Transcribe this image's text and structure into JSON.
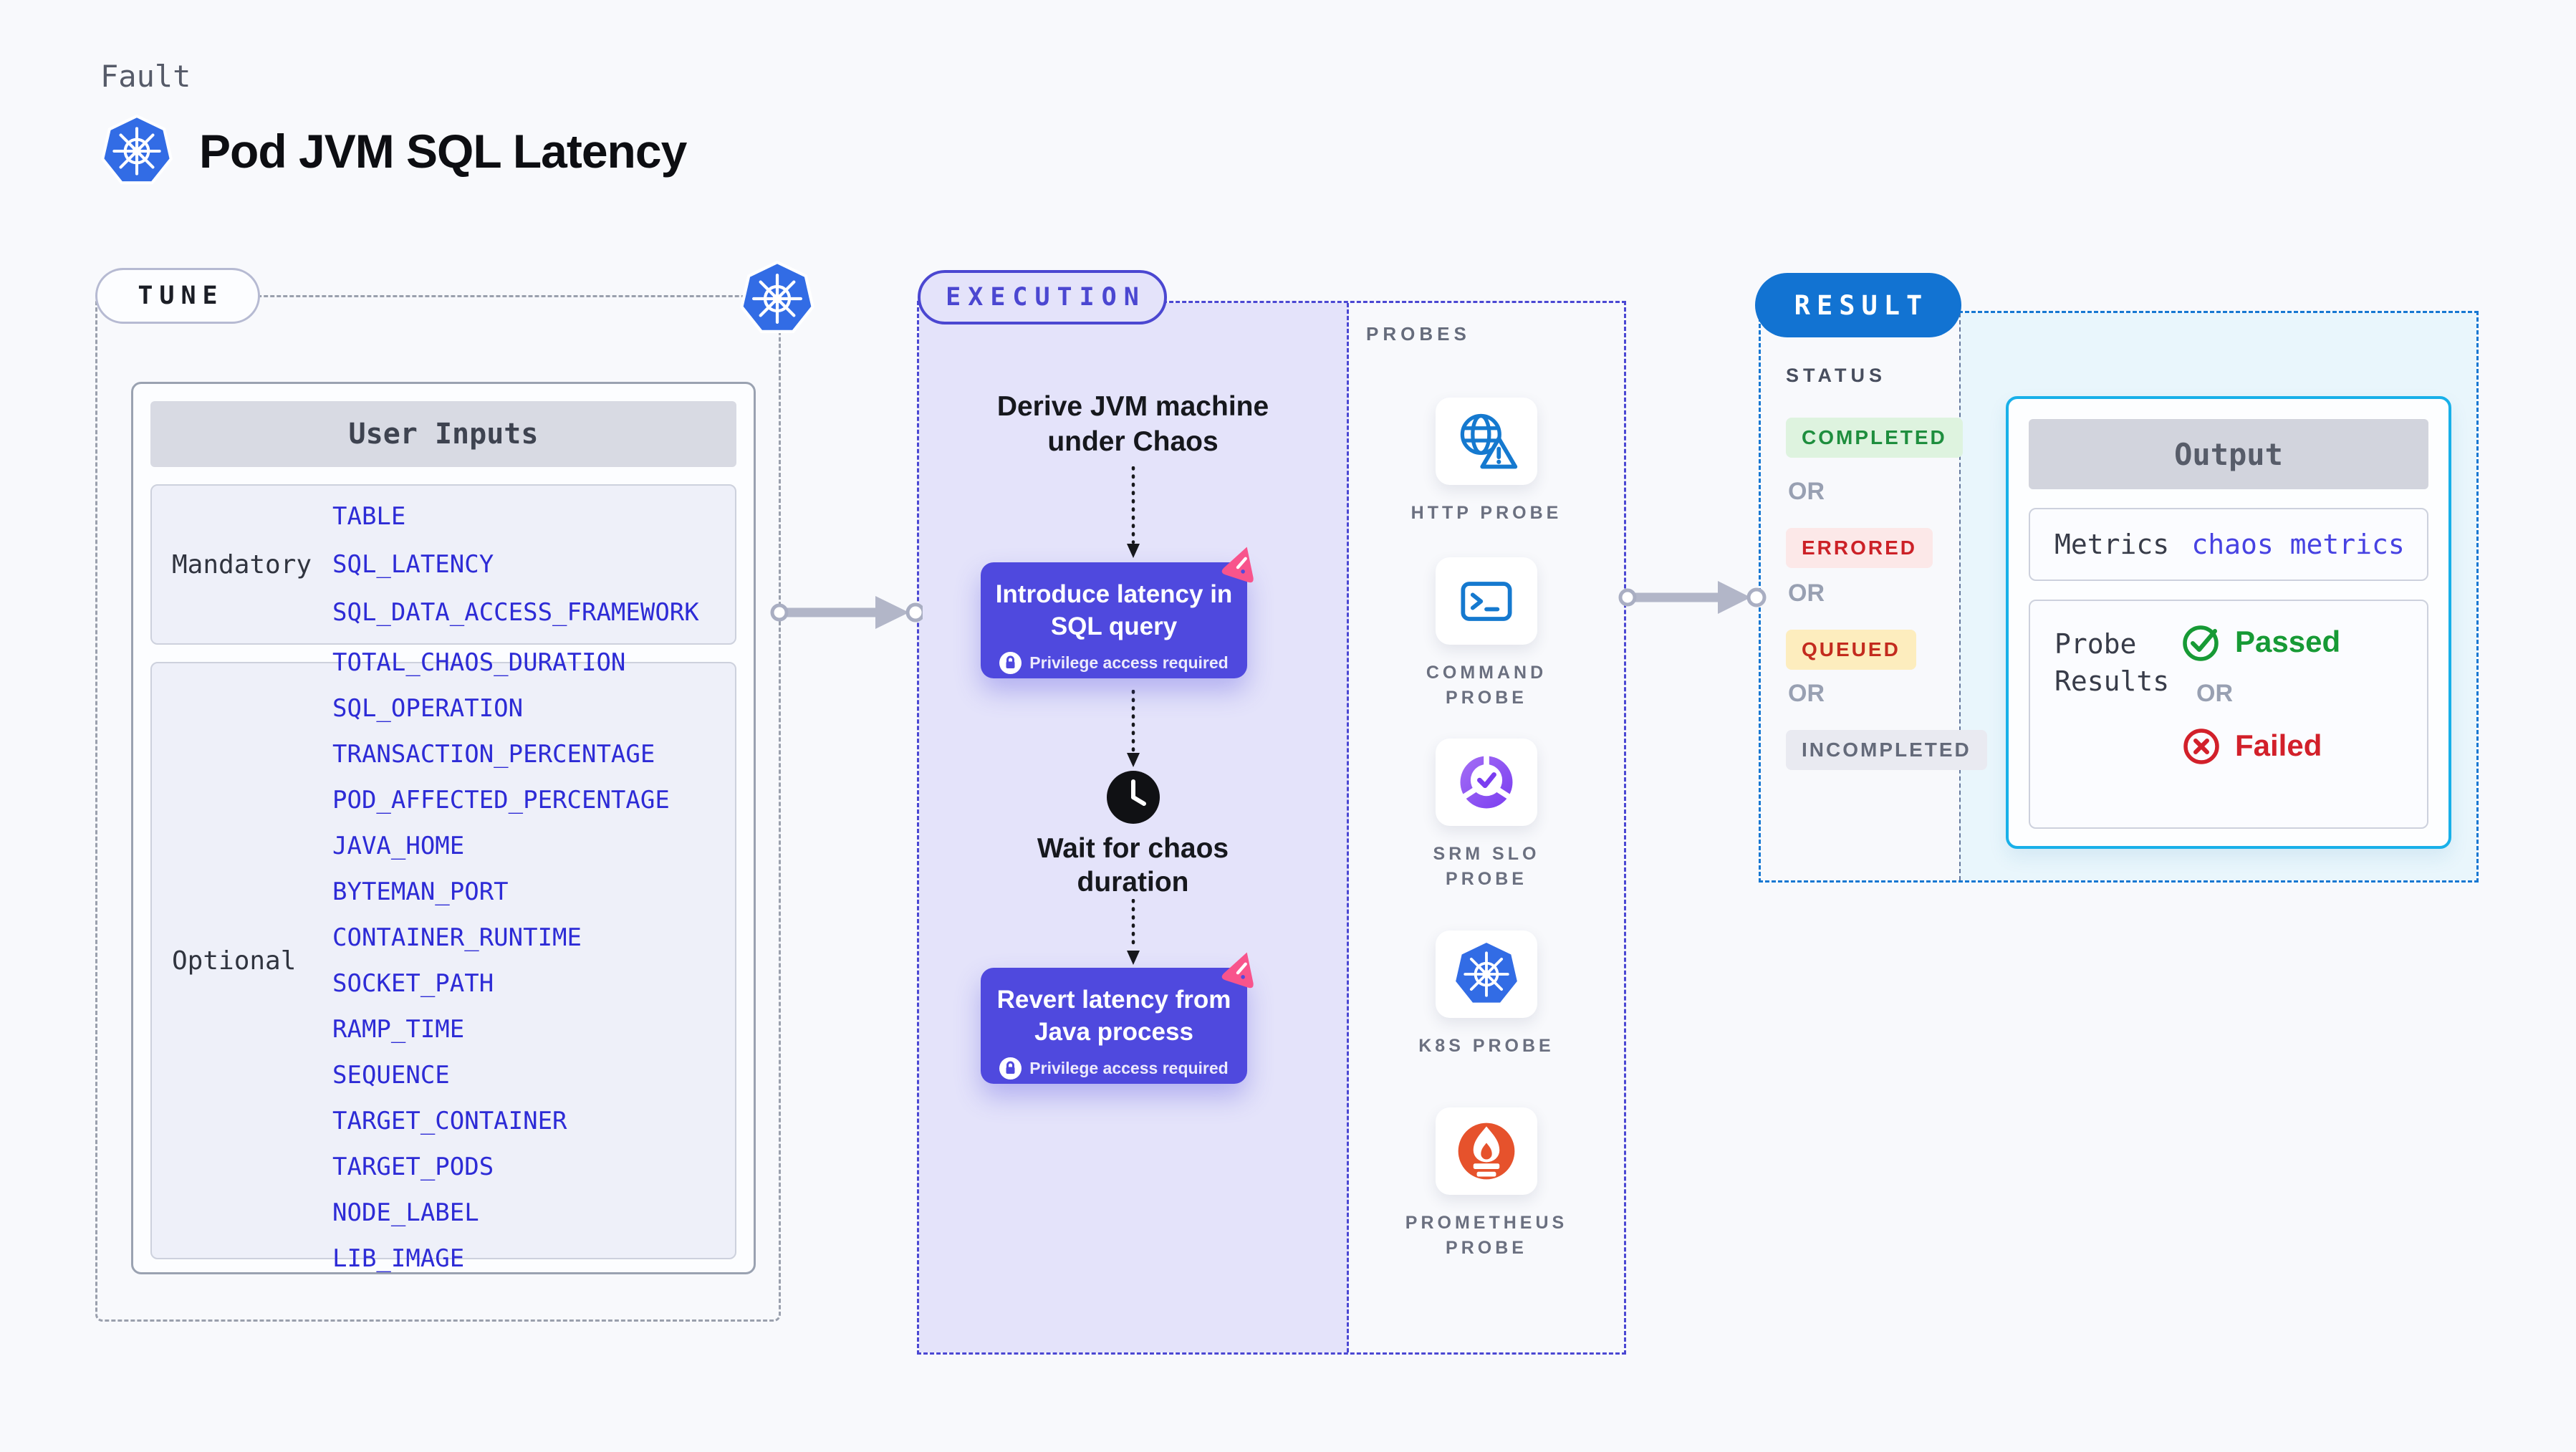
{
  "header": {
    "eyebrow": "Fault",
    "title": "Pod JVM SQL Latency"
  },
  "tune": {
    "label": "TUNE",
    "table_header": "User Inputs",
    "mandatory_label": "Mandatory",
    "mandatory_items": [
      "TABLE",
      "SQL_LATENCY",
      "SQL_DATA_ACCESS_FRAMEWORK"
    ],
    "optional_label": "Optional",
    "optional_items": [
      "TOTAL_CHAOS_DURATION",
      "SQL_OPERATION",
      "TRANSACTION_PERCENTAGE",
      "POD_AFFECTED_PERCENTAGE",
      "JAVA_HOME",
      "BYTEMAN_PORT",
      "CONTAINER_RUNTIME",
      "SOCKET_PATH",
      "RAMP_TIME",
      "SEQUENCE",
      "TARGET_CONTAINER",
      "TARGET_PODS",
      "NODE_LABEL",
      "LIB_IMAGE"
    ]
  },
  "execution": {
    "label": "EXECUTION",
    "derive_lines": [
      "Derive JVM machine",
      "under Chaos"
    ],
    "step1_lines": [
      "Introduce latency in",
      "SQL query"
    ],
    "wait_lines": [
      "Wait for chaos",
      "duration"
    ],
    "step2_lines": [
      "Revert latency from",
      "Java process"
    ],
    "privilege": "Privilege access required"
  },
  "probes": {
    "label": "PROBES",
    "items": [
      {
        "name": "HTTP PROBE",
        "icon": "globe-warning-icon"
      },
      {
        "name": "COMMAND PROBE",
        "icon": "terminal-icon"
      },
      {
        "name": "SRM SLO PROBE",
        "icon": "gauge-check-icon"
      },
      {
        "name": "K8S PROBE",
        "icon": "kubernetes-icon"
      },
      {
        "name": "PROMETHEUS PROBE",
        "icon": "prometheus-flame-icon"
      }
    ]
  },
  "result": {
    "label": "RESULT",
    "status_label": "STATUS",
    "or": "OR",
    "statuses": [
      {
        "text": "COMPLETED",
        "fg": "#1e8e3e",
        "bg": "#def3df"
      },
      {
        "text": "ERRORED",
        "fg": "#cc2127",
        "bg": "#fce8e8"
      },
      {
        "text": "QUEUED",
        "fg": "#c32b1e",
        "bg": "#fdedbe"
      },
      {
        "text": "INCOMPLETED",
        "fg": "#646a7a",
        "bg": "#e9eaf1"
      }
    ],
    "output": {
      "header": "Output",
      "metrics_label": "Metrics",
      "metrics_value": "chaos metrics",
      "probe_label_lines": [
        "Probe",
        "Results"
      ],
      "passed": "Passed",
      "failed": "Failed"
    }
  },
  "colors": {
    "kubernetes_blue": "#326ce5",
    "accent_indigo": "#4f49de",
    "chaos_pink": "#f8548c",
    "result_blue": "#1273d2",
    "output_cyan": "#18b0e9",
    "probe_icon_blue": "#1579cf",
    "prometheus_orange": "#e6522c",
    "srm_purple": "#8a4ff0",
    "passed_green": "#179a35",
    "failed_red": "#d2202a"
  }
}
